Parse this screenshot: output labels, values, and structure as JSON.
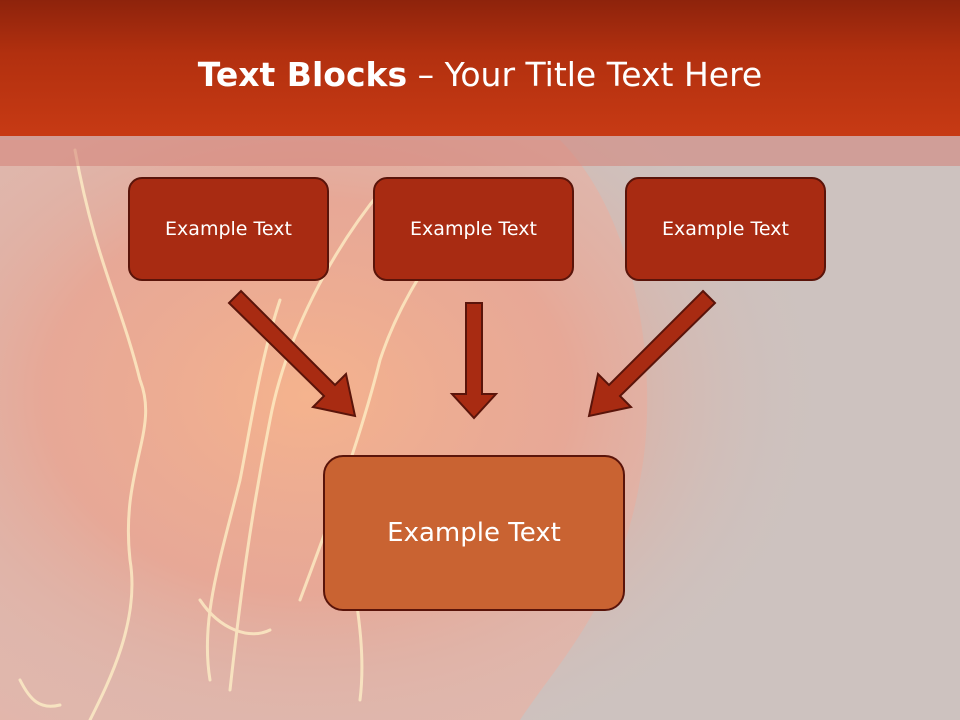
{
  "slide": {
    "title_bold": "Text Blocks",
    "title_dash": " – ",
    "title_rest": "Your Title Text Here"
  },
  "blocks": {
    "top": [
      "Example Text",
      "Example Text",
      "Example Text"
    ],
    "bottom": "Example Text"
  },
  "colors": {
    "header": "#b2300f",
    "box_top": "#a82b12",
    "box_bottom": "#c96332",
    "box_border": "#5a140a",
    "arrow": "#a82b12"
  }
}
